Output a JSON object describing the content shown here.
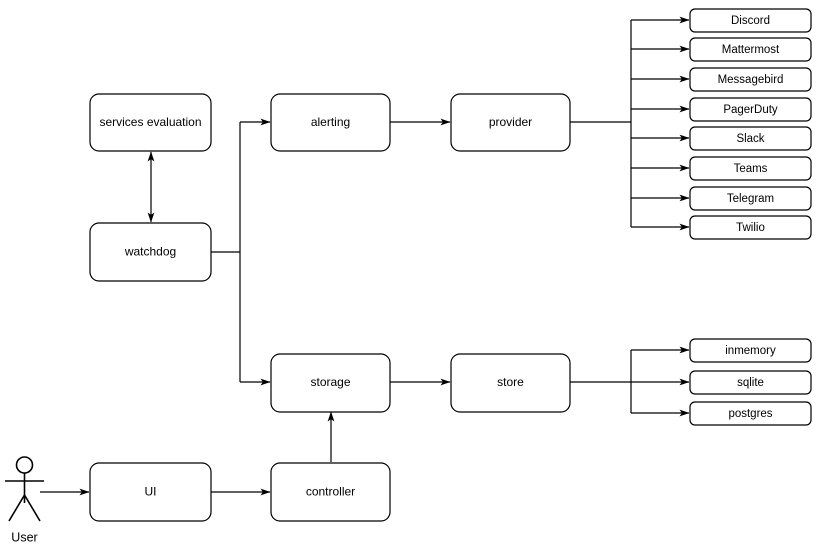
{
  "diagram": {
    "title": "service architecture flow diagram",
    "background_color": "#ffffff",
    "stroke_color": "#000000",
    "node_fill_color": "#ffffff",
    "actor": {
      "label": "User",
      "icon": "stick-figure-actor-icon"
    },
    "nodes": {
      "services_evaluation": "services evaluation",
      "watchdog": "watchdog",
      "alerting": "alerting",
      "provider": "provider",
      "storage": "storage",
      "store": "store",
      "ui": "UI",
      "controller": "controller"
    },
    "provider_options": [
      "Discord",
      "Mattermost",
      "Messagebird",
      "PagerDuty",
      "Slack",
      "Teams",
      "Telegram",
      "Twilio"
    ],
    "store_options": [
      "inmemory",
      "sqlite",
      "postgres"
    ]
  }
}
